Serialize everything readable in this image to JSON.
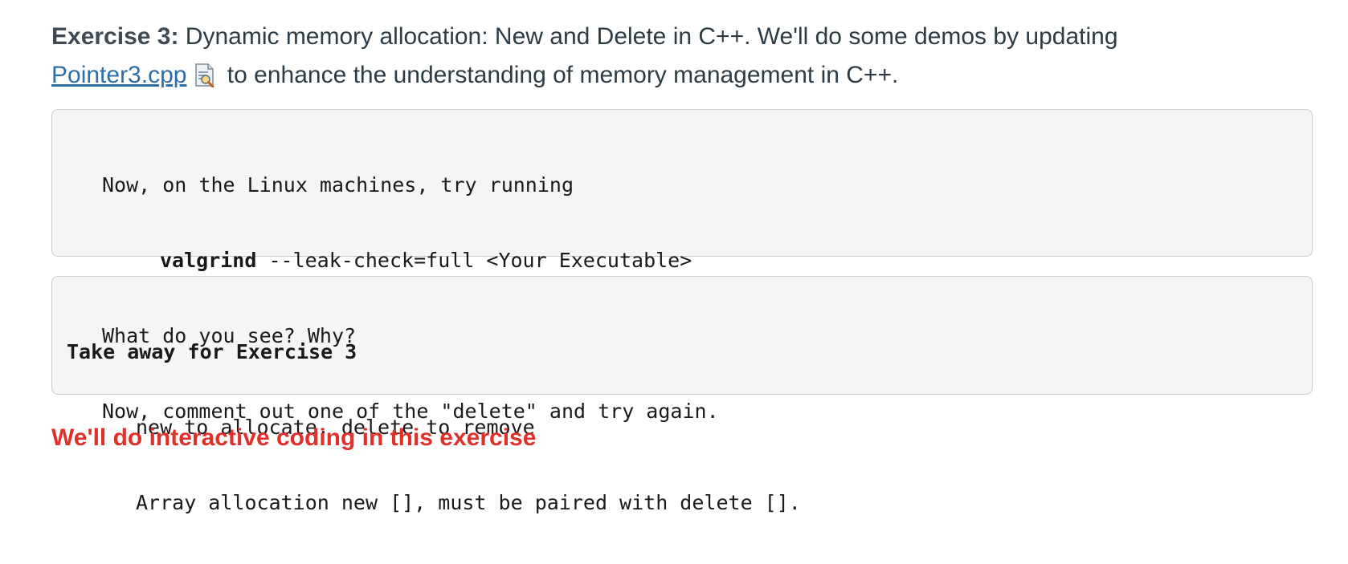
{
  "exercise": {
    "label": "Exercise 3:",
    "text_part1": " Dynamic memory allocation: New and Delete in C++. We'll do some demos by updating",
    "file_link": "Pointer3.cpp",
    "file_icon": "document-preview-icon",
    "text_part2": " to enhance the understanding of memory management in C++."
  },
  "code_block": {
    "line1": "Now, on the Linux machines, try running",
    "line2_command": "valgrind",
    "line2_args": " --leak-check=full <Your Executable>",
    "line3": "What do you see? Why?",
    "line4": "Now, comment out one of the \"delete\" and try again."
  },
  "takeaway_block": {
    "title": "Take away for Exercise 3",
    "line1": "new to allocate, delete to remove",
    "line2": "Array allocation new [], must be paired with delete []."
  },
  "cutoff_note": "We'll do interactive coding in this exercise",
  "colors": {
    "link": "#2d6ea8",
    "code_bg": "#f5f5f5",
    "code_border": "#c7cdd1",
    "warning_text": "#e0302a"
  }
}
